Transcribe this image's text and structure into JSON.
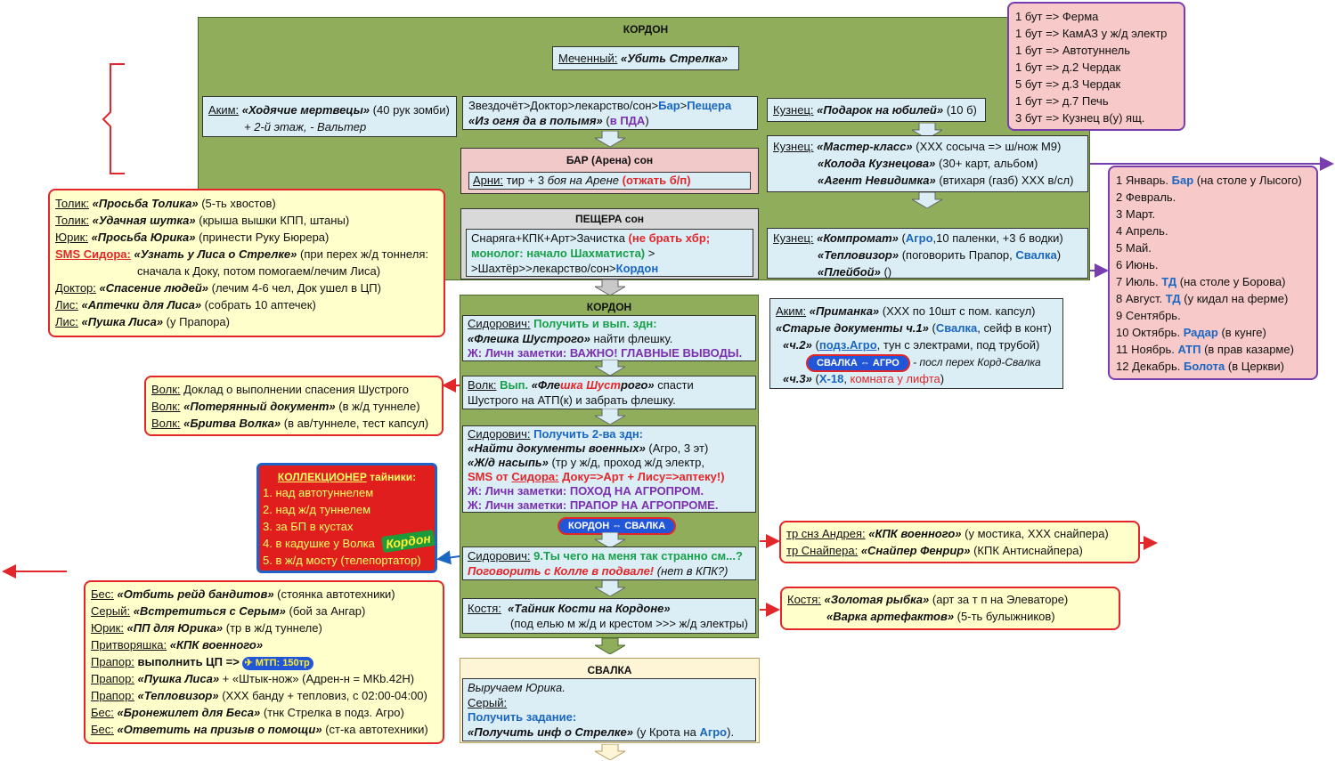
{
  "kordon_area": {
    "title": "КОРДОН",
    "marked": {
      "who": "Меченный:",
      "task": "«Убить Стрелка»"
    },
    "akim_box": {
      "who": "Аким:",
      "task": "«Ходячие мертвецы»",
      "note": "(40 рук зомби)",
      "line2": "+ 2-й этаж, - Вальтер"
    },
    "zvezd_box": {
      "path": "Звездочёт>Доктор>лекарство/сон>",
      "bar": "Бар",
      "gt": ">",
      "cave": "Пещера",
      "task": "«Из огня да в полымя»",
      "pda_open": "(",
      "pda": "в ПДА",
      "pda_close": ")"
    },
    "kuznec_gift": {
      "who": "Кузнец:",
      "task": "«Подарок на юбилей»",
      "note": "(10 б)"
    },
    "bar_arena": {
      "title": "БАР (Арена) сон",
      "who": "Арни:",
      "text": "тир + 3 ",
      "italic": "боя на Арене",
      "red": "(отжать б/п)"
    },
    "kuznec_master": {
      "who": "Кузнец:",
      "t1": "«Мастер-класс»",
      "n1": "(ХХХ сосыча => ш/нож М9)",
      "t2": "«Колода Кузнецова»",
      "n2": "(30+ карт, альбом)",
      "t3": "«Агент Невидимка»",
      "n3": "(втихаря (газб) ХХХ в/сл)"
    },
    "cave_sleep": {
      "title": "ПЕЩЕРА сон",
      "l1a": "Снаряга+КПК+Арт>Зачистка ",
      "l1b": "(не брать хбр;",
      "l2": "монолог: начало Шахматиста)",
      "l2b": " >",
      "l3": ">Шахтёр>>лекарство/сон>",
      "l3b": "Кордон"
    },
    "kuznec_compromat": {
      "who": "Кузнец:",
      "t1": "«Компромат»",
      "n1a": " (",
      "n1b": "Агро",
      "n1c": ",10 паленки, +3 б водки)",
      "t2": "«Тепловизор»",
      "n2a": "(поговорить Прапор, ",
      "n2b": "Свалка",
      "n2c": ")",
      "t3": "«Плейбой»",
      "n3": "()"
    }
  },
  "stashes_pink": {
    "items": [
      "1 бут => Ферма",
      "1 бут => КамАЗ у ж/д электр",
      "1 бут => Автотуннель",
      "1 бут => д.2 Чердак",
      "5 бут => д.3 Чердак",
      "1 бут => д.7 Печь",
      "3 бут =>  Кузнец в(у) ящ."
    ]
  },
  "cards_pink": {
    "items": [
      {
        "a": "1 Январь. ",
        "b": "Бар",
        "c": " (на столе у Лысого)"
      },
      {
        "a": "2 Февраль.",
        "b": "",
        "c": ""
      },
      {
        "a": "3 Март.",
        "b": "",
        "c": ""
      },
      {
        "a": "4 Апрель.",
        "b": "",
        "c": ""
      },
      {
        "a": "5 Май.",
        "b": "",
        "c": ""
      },
      {
        "a": "6 Июнь.",
        "b": "",
        "c": ""
      },
      {
        "a": "7 Июль. ",
        "b": "ТД",
        "c": " (на столе у Борова)"
      },
      {
        "a": "8 Август. ",
        "b": "ТД",
        "c": " (у кидал на ферме)"
      },
      {
        "a": "9 Сентябрь.",
        "b": "",
        "c": ""
      },
      {
        "a": "10 Октябрь. ",
        "b": "Радар",
        "c": " (в кунге)"
      },
      {
        "a": "11 Ноябрь. ",
        "b": "АТП",
        "c": " (в прав казарме)"
      },
      {
        "a": "12 Декабрь. ",
        "b": "Болота",
        "c": " (в Церкви)"
      }
    ]
  },
  "tolik_box": {
    "rows": [
      {
        "who": "Толик:",
        "task": "«Просьба Толика»",
        "note": " (5-ть хвостов)"
      },
      {
        "who": "Толик:",
        "task": "«Удачная шутка»",
        "note": " (крыша вышки КПП, штаны)"
      },
      {
        "who": "Юрик:",
        "task": "«Просьба Юрика»",
        "note": " (принести Руку Бюрера)"
      },
      {
        "who": "SMS Сидора:",
        "task": "«Узнать у Лиса о Стрелке»",
        "note": " (при перех ж/д тоннеля:"
      },
      {
        "who": "",
        "task": "",
        "note": "сначала к Доку, потом помогаем/лечим Лиса)"
      },
      {
        "who": "Доктор:",
        "task": "«Спасение людей»",
        "note": " (лечим 4-6 чел, Док ушел в ЦП)"
      },
      {
        "who": "Лис:",
        "task": "«Аптечки для Лиса»",
        "note": " (собрать 10 аптечек)"
      },
      {
        "who": "Лис:",
        "task": "«Пушка Лиса»",
        "note": " (у Прапора)"
      }
    ]
  },
  "kordon2": {
    "title": "КОРДОН",
    "sid1": {
      "who": "Сидорович:",
      "green": " Получить и вып. здн:",
      "task": "«Флешка Шустрого»",
      "note": " найти флешку.",
      "purple": "Ж: Личн заметки: ВАЖНО! ГЛАВНЫЕ ВЫВОДЫ."
    },
    "volk": {
      "who": "Волк:",
      "green": " Вып. ",
      "t1": "«Фле",
      "t1red": "шка Шуст",
      "t1b": "рого»",
      "note": " спасти",
      "line2": "Шустрого на АТП(к) и забрать флешку."
    },
    "sid2": {
      "who": "Сидорович:",
      "blue": " Получить 2-ва здн:",
      "t1": "«Найти документы военных»",
      "n1": " (Агро, 3 эт)",
      "t2": "«Ж/д насыпь»",
      "n2": " (тр у ж/д, проход ж/д электр,",
      "sms_a": "SMS ",
      "sms_b": "от ",
      "sms_c": "Сидора:",
      "sms_d": " Доку=>Арт + Лису=>аптеку!)",
      "p1": "Ж: Личн заметки: ПОХОД НА АГРОПРОМ.",
      "p2": "Ж: Личн заметки: ПРАПОР НА АГРОПРОМЕ."
    },
    "tag_kordon_svalka": "КОРДОН ⇔ СВАЛКА",
    "sid3": {
      "who": "Сидорович:",
      "green": " 9.Ты чего на меня так странно см...?",
      "red": "Поговорить с Колле в подвале!",
      "note": " (нет в КПК?)"
    },
    "kostya": {
      "who": "Костя:",
      "task": "«Тайник Кости на Кордоне»",
      "line2": "(под елью м ж/д и крестом >>> ж/д электры)"
    }
  },
  "akim_bait": {
    "who": "Аким:",
    "t1": "«Приманка»",
    "n1": " (ХХХ по 10шт с пом. капсул)",
    "t2": "«Старые документы ч.1»",
    "n2a": " (",
    "n2b": "Свалка",
    "n2c": ", сейф в конт)",
    "t3": "«ч.2»",
    "n3a": " (",
    "n3b": "подз.Агро",
    "n3c": ", тун с электрами, под трубой)",
    "tag": "СВАЛКА ⇔ АГРО",
    "tag_note": " - посл перех Корд-Свалка",
    "t4": "«ч.3»",
    "n4a": " (",
    "n4b": "Х-18",
    "n4c": ", ",
    "n4d": "комната у лифта",
    "n4e": ")"
  },
  "volk_left": {
    "rows": [
      {
        "who": "Волк:",
        "task": "",
        "note": "  Доклад о выполнении спасения Шустрого"
      },
      {
        "who": "Волк:",
        "task": " «Потерянный документ»",
        "note": " (в ж/д туннеле)"
      },
      {
        "who": "Волк:",
        "task": " «Бритва Волка»",
        "note": " (в ав/туннеле, тест капсул)"
      }
    ]
  },
  "collector": {
    "title_a": "КОЛЛЕКЦИОНЕР",
    "title_b": " тайники:",
    "items": [
      "1. над автотуннелем",
      "2. над ж/д туннелем",
      "3. за БП в кустах",
      "4. в кадушке у Волка",
      "5. в ж/д мосту (телепортатор)"
    ],
    "logo": "Кордон"
  },
  "andrey_box": {
    "r1_who": "тр снз Андрея:",
    "r1_task": " «КПК военного»",
    "r1_note": " (у мостика, ХХХ снайпера)",
    "r2_who": "тр Снайпера:",
    "r2_task": " «Снайпер Фенрир»",
    "r2_note": " (КПК Антиснайпера)"
  },
  "kostya_right": {
    "who": "Костя:",
    "t1": " «Золотая рыбка»",
    "n1": " (арт за т п на Элеваторе)",
    "t2": "«Варка артефактов»",
    "n2": " (5-ть булыжников)"
  },
  "bes_box": {
    "rows": [
      {
        "who": "Бес:",
        "task": " «Отбить рейд бандитов»",
        "note": "  (стоянка автотехники)"
      },
      {
        "who": "Серый:",
        "task": " «Встретиться с Серым»",
        "note": " (бой за Ангар)"
      },
      {
        "who": "Юрик:",
        "task": " «ПП для Юрика»",
        "note": " (тр в ж/д туннеле)"
      },
      {
        "who": "Притворяшка:",
        "task": " «КПК военного»",
        "note": ""
      },
      {
        "who": "Прапор:",
        "task": " выполнить ЦП =>",
        "note": ""
      },
      {
        "who": "Прапор:",
        "task": " «Пушка Лиса»",
        "note": " + «Штык-нож» (Адрен-н = МКb.42Н)"
      },
      {
        "who": "Прапор:",
        "task": " «Тепловизор»",
        "note": " (ХХХ банду + тепловиз, с 02:00-04:00)"
      },
      {
        "who": "Бес:",
        "task": " «Бронежилет для Беса»",
        "note": " (тнк Стрелка в подз. Агро)"
      },
      {
        "who": "Бес:",
        "task": " «Ответить на призыв о помощи»",
        "note": " (ст-ка автотехники)"
      }
    ],
    "mtp": "МТП: 150тр"
  },
  "svalka": {
    "title": "СВАЛКА",
    "l1": "Выручаем Юрика.",
    "l2": "Серый:",
    "l3": "Получить задание:",
    "task": "«Получить инф о Стрелке»",
    "n1": " (у Крота на ",
    "n2": "Агро",
    "n3": ")."
  },
  "colors": {
    "kordon_green": "#8fad5a",
    "light_blue": "#dbeef5",
    "pink": "#f7c9c9",
    "yellow": "#ffffcc",
    "red": "#e3262a",
    "purple": "#7a3db0",
    "blue": "#1a66c2"
  }
}
